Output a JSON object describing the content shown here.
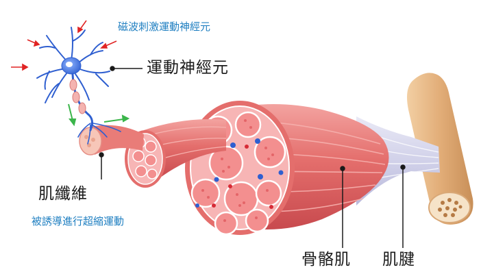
{
  "labels": {
    "magnetic_stimulation": "磁波刺激運動神經元",
    "motor_neuron": "運動神經元",
    "muscle_fiber": "肌纖維",
    "induce_contraction": "被誘導進行超縮運動",
    "skeletal_muscle": "骨骼肌",
    "tendon": "肌腱"
  },
  "colors": {
    "neuron": "#2f5fd0",
    "stimulus_arrow": "#e02424",
    "signal_arrow": "#3bb54a",
    "muscle": "#e06a6a",
    "muscle_cross_section": "#f7b5b5",
    "fascicle_outline": "#ffffff",
    "tendon": "#c9c9e6",
    "bone": "#e2b27e",
    "caption_blue": "#1f7fc1"
  }
}
